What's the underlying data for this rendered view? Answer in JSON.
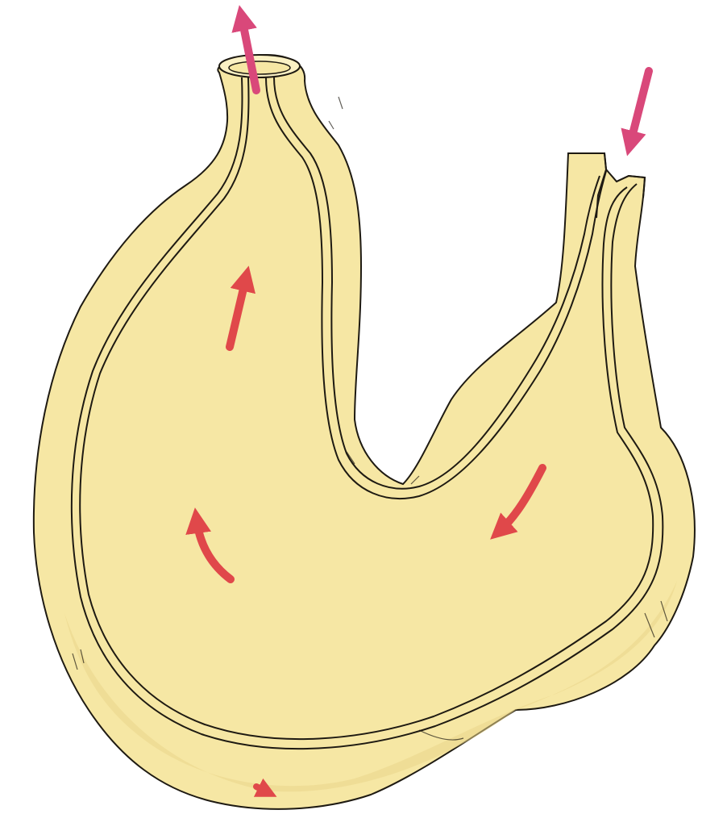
{
  "figure": {
    "subject": "stomach-cross-section",
    "colors": {
      "background": "#ffffff",
      "organ_fill": "#f6e7a4",
      "organ_shadow": "#e9d68a",
      "outline": "#1e1a12",
      "lumen": "#fbf1c4",
      "flow_arrow_red": "#e0484a",
      "flow_arrow_pink": "#d9487a"
    },
    "arrows": [
      {
        "id": "exit-top",
        "meaning": "outflow"
      },
      {
        "id": "entry-right",
        "meaning": "inflow"
      },
      {
        "id": "inner-upper",
        "meaning": "flow"
      },
      {
        "id": "inner-lower-left",
        "meaning": "flow"
      },
      {
        "id": "inner-right",
        "meaning": "flow"
      },
      {
        "id": "bottom-small",
        "meaning": "flow"
      }
    ]
  }
}
